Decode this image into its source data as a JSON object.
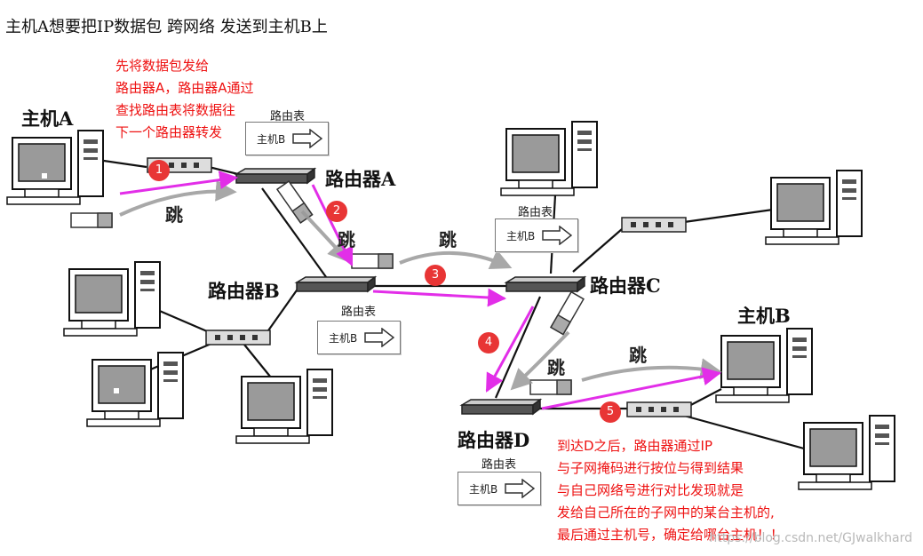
{
  "title": "主机A想要把IP数据包 跨网络 发送到主机B上",
  "note_top": [
    "先将数据包发给",
    "路由器A，路由器A通过",
    "查找路由表将数据往",
    "下一个路由器转发"
  ],
  "note_bottom": [
    "到达D之后，路由器通过IP",
    "与子网掩码进行按位与得到结果",
    "与自己网络号进行对比发现就是",
    "发给自己所在的子网中的某台主机的,",
    "最后通过主机号，确定给哪台主机！！"
  ],
  "labels": {
    "host_a": "主机A",
    "host_b": "主机B",
    "router_a": "路由器A",
    "router_b": "路由器B",
    "router_c": "路由器C",
    "router_d": "路由器D",
    "route_table": "路由表",
    "dest": "主机B",
    "jump": "跳"
  },
  "steps": [
    "1",
    "2",
    "3",
    "4",
    "5"
  ],
  "watermark": "https://blog.csdn.net/GJwalkhard",
  "colors": {
    "arrow": "#e22ee8",
    "badge": "#e83535",
    "note": "#ee1111"
  }
}
